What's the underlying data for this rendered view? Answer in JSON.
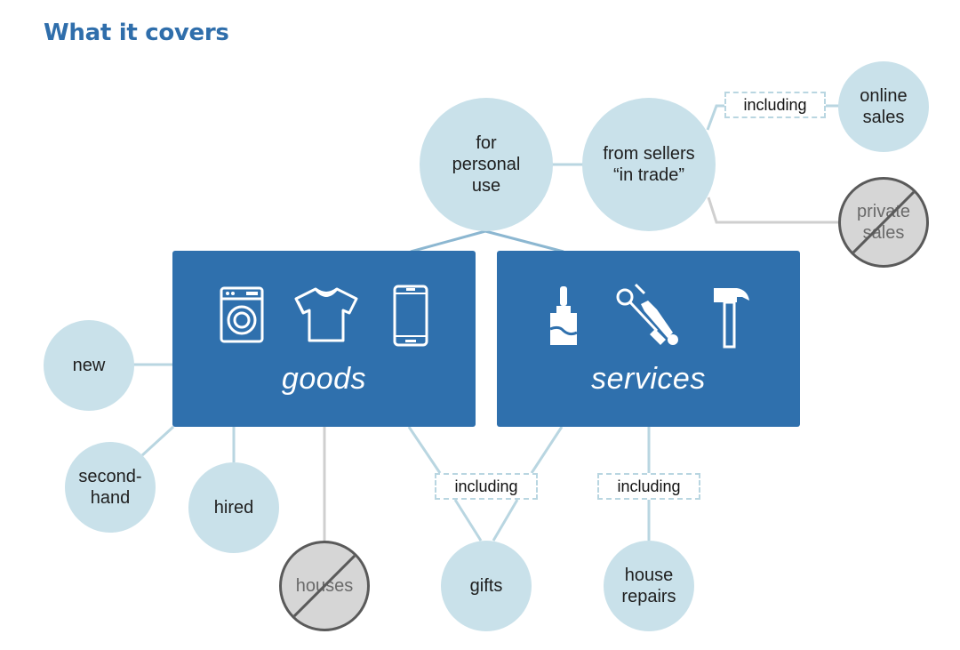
{
  "heading": "What it covers",
  "categories": {
    "goods": "goods",
    "services": "services"
  },
  "nodes": {
    "personal_use": "for\npersonal\nuse",
    "sellers_in_trade": "from sellers\n“in trade”",
    "online_sales": "online\nsales",
    "private_sales": "private\nsales",
    "new": "new",
    "second_hand": "second-\nhand",
    "hired": "hired",
    "houses": "houses",
    "gifts": "gifts",
    "house_repairs": "house\nrepairs"
  },
  "tags": {
    "including_online": "including",
    "including_gifts": "including",
    "including_repairs": "including"
  },
  "icons": {
    "goods": [
      "washing-machine-icon",
      "t-shirt-icon",
      "smartphone-icon"
    ],
    "services": [
      "paintbrush-icon",
      "tools-icon",
      "hammer-icon"
    ]
  },
  "colors": {
    "heading": "#2f6eab",
    "box": "#2f70ad",
    "circle": "#c9e1ea",
    "excluded": "#d6d6d6",
    "connector": "#b9d6e1"
  }
}
